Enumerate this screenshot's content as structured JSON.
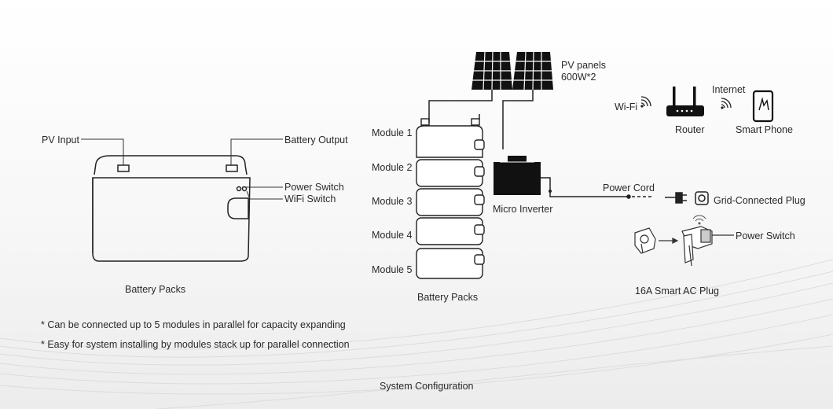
{
  "left": {
    "pv_input": "PV Input",
    "battery_output": "Battery Output",
    "power_switch": "Power Switch",
    "wifi_switch": "WiFi Switch",
    "caption": "Battery Packs"
  },
  "center": {
    "modules": [
      "Module 1",
      "Module 2",
      "Module 3",
      "Module 4",
      "Module 5"
    ],
    "pv_panels": "PV panels",
    "pv_power": "600W*2",
    "micro_inverter": "Micro Inverter",
    "caption": "Battery Packs",
    "power_cord": "Power Cord"
  },
  "right": {
    "wifi": "Wi-Fi",
    "internet": "Internet",
    "router": "Router",
    "smart_phone": "Smart Phone",
    "grid_plug": "Grid-Connected Plug",
    "power_switch": "Power Switch",
    "smart_plug": "16A Smart AC Plug"
  },
  "notes": [
    "* Can be connected up to 5 modules in parallel for capacity expanding",
    "* Easy for system installing by modules stack up for parallel connection"
  ],
  "footer": "System Configuration"
}
